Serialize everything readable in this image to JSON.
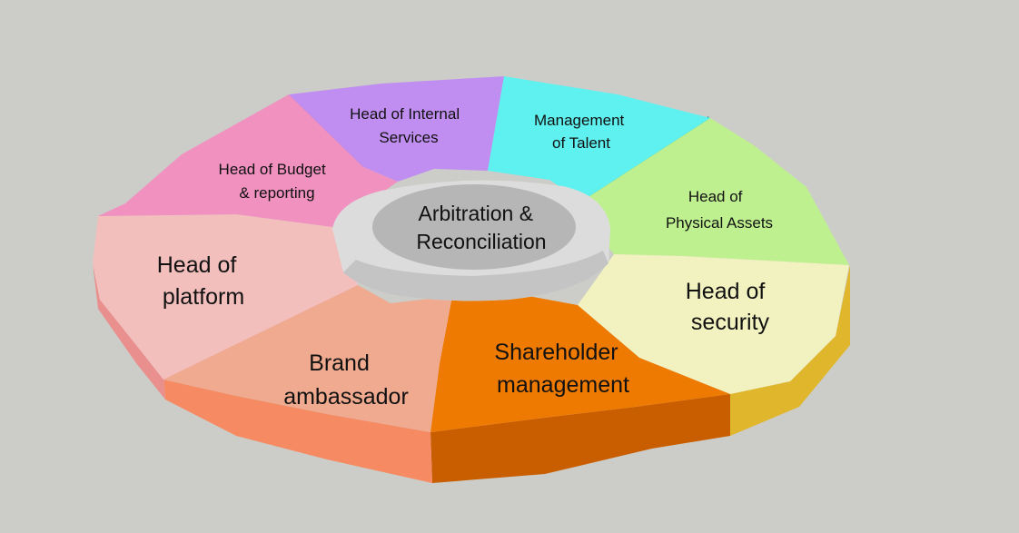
{
  "diagram": {
    "center": {
      "lines": [
        "Arbitration &",
        "Reconciliation"
      ]
    },
    "segments": [
      {
        "key": "internal-services",
        "lines": [
          "Head of Internal",
          "Services"
        ],
        "top_color": "#c08ef0",
        "side_color": "#8a5cd0"
      },
      {
        "key": "talent",
        "lines": [
          "Management",
          "of Talent"
        ],
        "top_color": "#5ef1f0",
        "side_color": "#0e8c8c"
      },
      {
        "key": "physical-assets",
        "lines": [
          "Head of",
          "Physical Assets"
        ],
        "top_color": "#bff08f",
        "side_color": "#7fbf4f"
      },
      {
        "key": "security",
        "lines": [
          "Head of",
          "security"
        ],
        "top_color": "#f2f1c0",
        "side_color": "#e0b62c"
      },
      {
        "key": "shareholder",
        "lines": [
          "Shareholder",
          "management"
        ],
        "top_color": "#ef7a02",
        "side_color": "#c95e00"
      },
      {
        "key": "brand",
        "lines": [
          "Brand",
          "ambassador"
        ],
        "top_color": "#efaa90",
        "side_color": "#f58a63"
      },
      {
        "key": "platform",
        "lines": [
          "Head of",
          "platform"
        ],
        "top_color": "#f2bfbd",
        "side_color": "#e9908f"
      },
      {
        "key": "budget",
        "lines": [
          "Head of Budget",
          "& reporting"
        ],
        "top_color": "#f091c0",
        "side_color": "#d9699f"
      }
    ],
    "hub_colors": {
      "top": "#b6b6b6",
      "ring": "#dcdcdc"
    }
  }
}
